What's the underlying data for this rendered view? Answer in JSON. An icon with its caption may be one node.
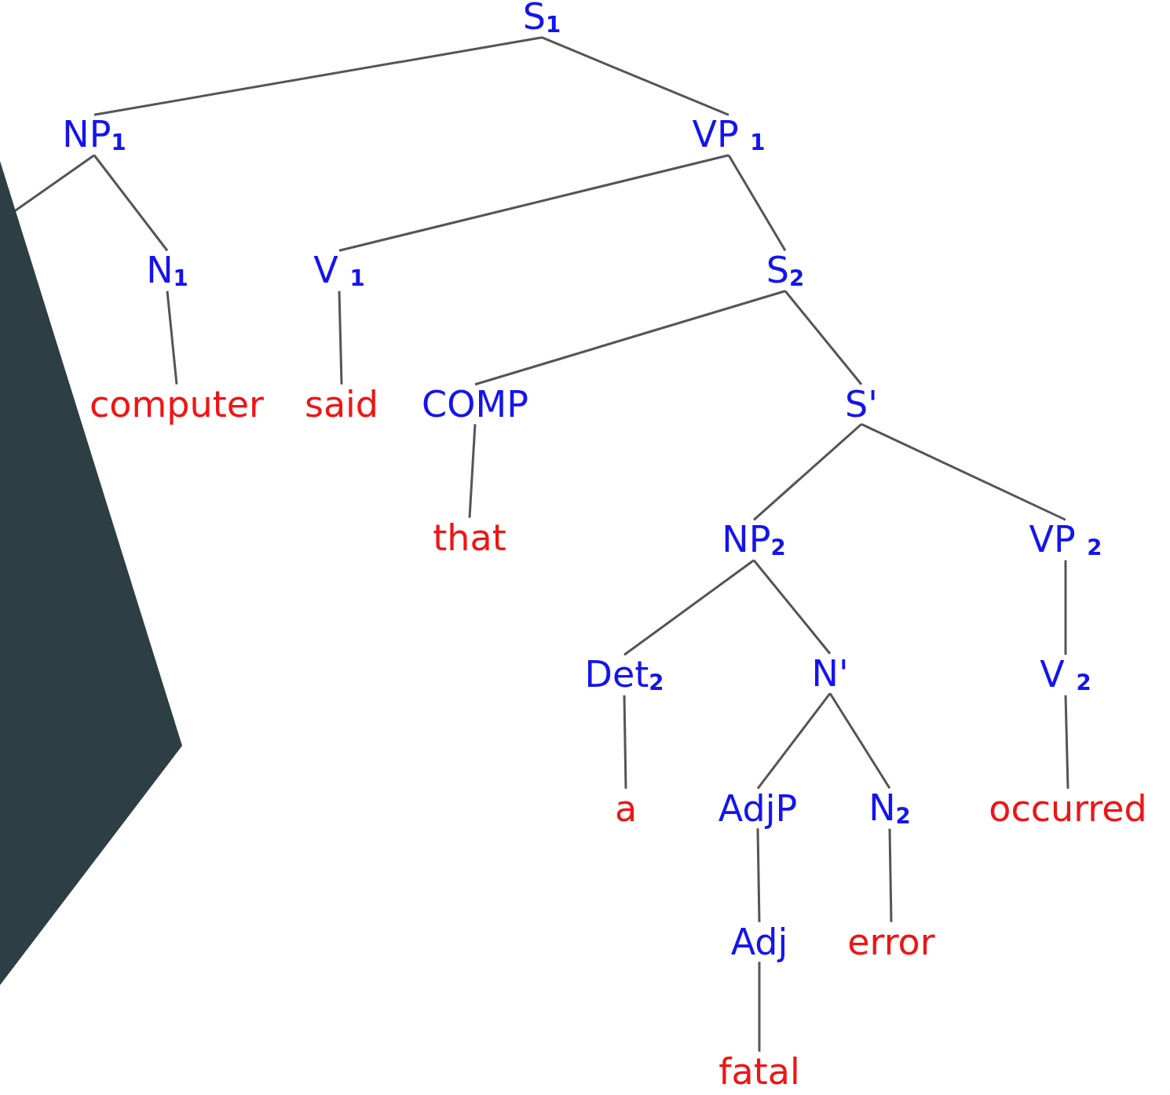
{
  "diagram": {
    "nodes": [
      {
        "text": [
          "S$_{1}$"
        ]
      },
      {
        "text": [
          "NP$_{1}$"
        ]
      },
      {
        "text": [
          "VP $_{1}$"
        ]
      },
      {
        "text": [
          "N$_{1}$"
        ]
      },
      {
        "text": [
          "V $_{1}$"
        ]
      },
      {
        "text": [
          "S$_{2}$"
        ]
      },
      {
        "text": [
          "computer"
        ]
      },
      {
        "text": [
          "said"
        ]
      },
      {
        "text": [
          "COMP"
        ]
      },
      {
        "text": [
          "S'"
        ]
      },
      {
        "text": [
          "that"
        ]
      },
      {
        "text": [
          "NP$_{2}$"
        ]
      },
      {
        "text": [
          "VP $_{2}$"
        ]
      },
      {
        "text": [
          "Det$_{2}$"
        ]
      },
      {
        "text": [
          "N'"
        ]
      },
      {
        "text": [
          "V $_{2}$"
        ]
      },
      {
        "text": [
          "a"
        ]
      },
      {
        "text": [
          "AdjP"
        ]
      },
      {
        "text": [
          "N$_{2}$"
        ]
      },
      {
        "text": [
          "occurred"
        ]
      },
      {
        "text": [
          "Adj"
        ]
      },
      {
        "text": [
          "error"
        ]
      },
      {
        "text": [
          "fatal"
        ]
      }
    ],
    "edges": [
      {
        "from": 0,
        "to": 1,
        "arrow": "none"
      },
      {
        "from": 0,
        "to": 2,
        "arrow": "none"
      },
      {
        "from": 1,
        "to": null,
        "arrow": "none"
      },
      {
        "from": 1,
        "to": 3,
        "arrow": "none"
      },
      {
        "from": 2,
        "to": 4,
        "arrow": "none"
      },
      {
        "from": 2,
        "to": 5,
        "arrow": "none"
      },
      {
        "from": 3,
        "to": 6,
        "arrow": "none"
      },
      {
        "from": 4,
        "to": 7,
        "arrow": "none"
      },
      {
        "from": 5,
        "to": 8,
        "arrow": "none"
      },
      {
        "from": 5,
        "to": 9,
        "arrow": "none"
      },
      {
        "from": 8,
        "to": 10,
        "arrow": "none"
      },
      {
        "from": 9,
        "to": 11,
        "arrow": "none"
      },
      {
        "from": 9,
        "to": 12,
        "arrow": "none"
      },
      {
        "from": 11,
        "to": 13,
        "arrow": "none"
      },
      {
        "from": 11,
        "to": 14,
        "arrow": "none"
      },
      {
        "from": 12,
        "to": 15,
        "arrow": "none"
      },
      {
        "from": 13,
        "to": 16,
        "arrow": "none"
      },
      {
        "from": 14,
        "to": 17,
        "arrow": "none"
      },
      {
        "from": 14,
        "to": 18,
        "arrow": "none"
      },
      {
        "from": 15,
        "to": 19,
        "arrow": "none"
      },
      {
        "from": 17,
        "to": 20,
        "arrow": "none"
      },
      {
        "from": 18,
        "to": 21,
        "arrow": "none"
      },
      {
        "from": 20,
        "to": 22,
        "arrow": "none"
      }
    ]
  }
}
